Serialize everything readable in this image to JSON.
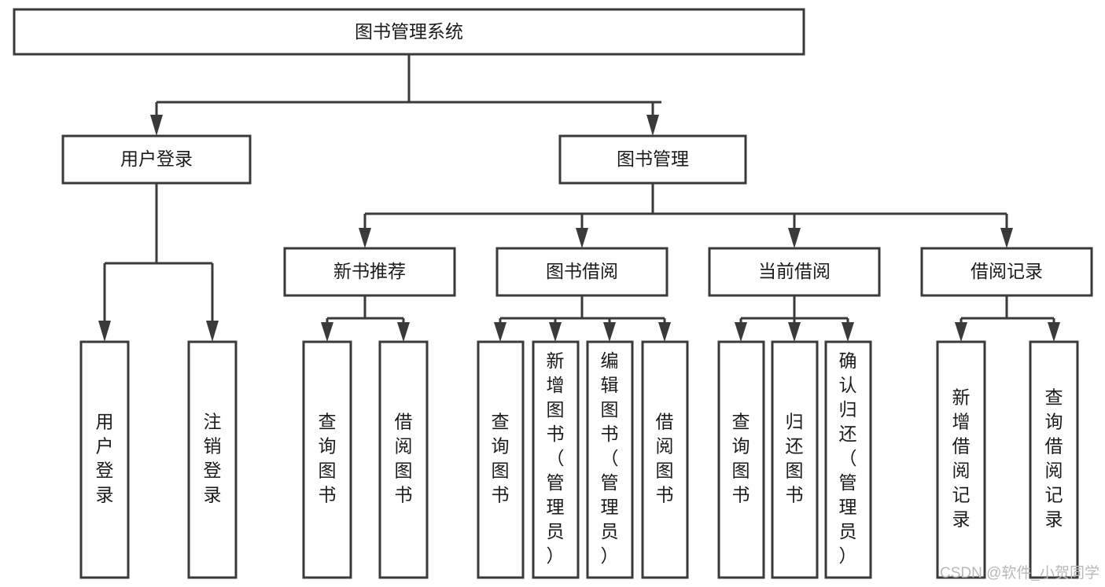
{
  "diagram": {
    "title": "图书管理系统",
    "type": "hierarchy-tree",
    "root": {
      "id": "root",
      "label": "图书管理系统",
      "orientation": "horizontal"
    },
    "level2": [
      {
        "id": "user-login",
        "label": "用户登录",
        "orientation": "horizontal"
      },
      {
        "id": "book-management",
        "label": "图书管理",
        "orientation": "horizontal"
      }
    ],
    "level3": [
      {
        "id": "new-book-recommend",
        "label": "新书推荐",
        "orientation": "horizontal",
        "parent": "book-management"
      },
      {
        "id": "book-borrow",
        "label": "图书借阅",
        "orientation": "horizontal",
        "parent": "book-management"
      },
      {
        "id": "current-borrow",
        "label": "当前借阅",
        "orientation": "horizontal",
        "parent": "book-management"
      },
      {
        "id": "borrow-record",
        "label": "借阅记录",
        "orientation": "horizontal",
        "parent": "book-management"
      }
    ],
    "leaves": [
      {
        "id": "leaf-user-login",
        "label": "用户登录",
        "orientation": "vertical",
        "parent": "user-login"
      },
      {
        "id": "leaf-user-logout",
        "label": "注销登录",
        "orientation": "vertical",
        "parent": "user-login"
      },
      {
        "id": "leaf-query-book-1",
        "label": "查询图书",
        "orientation": "vertical",
        "parent": "new-book-recommend"
      },
      {
        "id": "leaf-borrow-book-1",
        "label": "借阅图书",
        "orientation": "vertical",
        "parent": "new-book-recommend"
      },
      {
        "id": "leaf-query-book-2",
        "label": "查询图书",
        "orientation": "vertical",
        "parent": "book-borrow"
      },
      {
        "id": "leaf-add-book",
        "label": "新增图书（管理员）",
        "orientation": "vertical",
        "parent": "book-borrow"
      },
      {
        "id": "leaf-edit-book",
        "label": "编辑图书（管理员）",
        "orientation": "vertical",
        "parent": "book-borrow"
      },
      {
        "id": "leaf-borrow-book-2",
        "label": "借阅图书",
        "orientation": "vertical",
        "parent": "book-borrow"
      },
      {
        "id": "leaf-query-book-3",
        "label": "查询图书",
        "orientation": "vertical",
        "parent": "current-borrow"
      },
      {
        "id": "leaf-return-book",
        "label": "归还图书",
        "orientation": "vertical",
        "parent": "current-borrow"
      },
      {
        "id": "leaf-confirm-return",
        "label": "确认归还（管理员）",
        "orientation": "vertical",
        "parent": "current-borrow"
      },
      {
        "id": "leaf-add-record",
        "label": "新增借阅记录",
        "orientation": "vertical",
        "parent": "borrow-record"
      },
      {
        "id": "leaf-query-record",
        "label": "查询借阅记录",
        "orientation": "vertical",
        "parent": "borrow-record"
      }
    ],
    "colors": {
      "box_stroke": "#3a3a3a",
      "box_fill": "#ffffff",
      "connector": "#3a3a3a",
      "text": "#1b1b1b",
      "background": "#ffffff",
      "watermark": "#b9b9b9"
    }
  },
  "watermark": {
    "text": "CSDN @软件_小贺同学"
  }
}
